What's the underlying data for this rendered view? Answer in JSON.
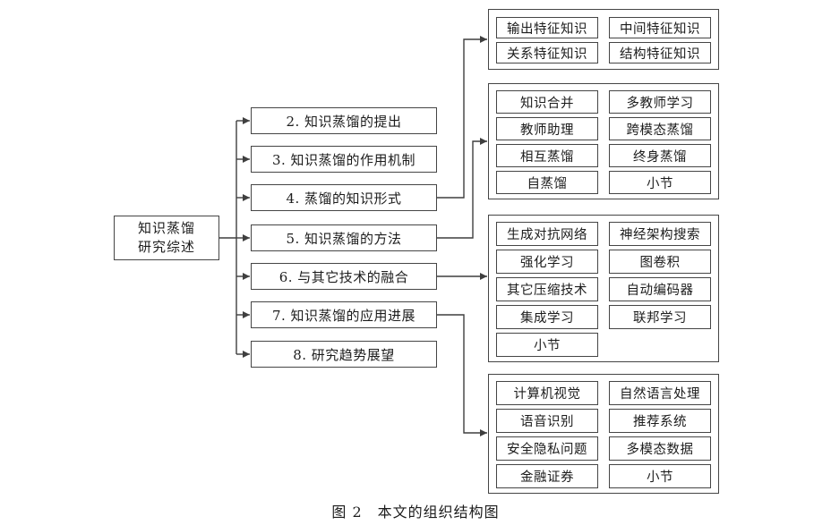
{
  "figure": {
    "root": {
      "line1": "知识蒸馏",
      "line2": "研究综述"
    },
    "chapters": [
      "2. 知识蒸馏的提出",
      "3. 知识蒸馏的作用机制",
      "4. 蒸馏的知识形式",
      "5. 知识蒸馏的方法",
      "6. 与其它技术的融合",
      "7. 知识蒸馏的应用进展",
      "8. 研究趋势展望"
    ],
    "groups": [
      {
        "col1": [
          "输出特征知识",
          "关系特征知识"
        ],
        "col2": [
          "中间特征知识",
          "结构特征知识"
        ]
      },
      {
        "col1": [
          "知识合并",
          "教师助理",
          "相互蒸馏",
          "自蒸馏"
        ],
        "col2": [
          "多教师学习",
          "跨模态蒸馏",
          "终身蒸馏",
          "小节"
        ]
      },
      {
        "col1": [
          "生成对抗网络",
          "强化学习",
          "其它压缩技术",
          "集成学习",
          "小节"
        ],
        "col2": [
          "神经架构搜索",
          "图卷积",
          "自动编码器",
          "联邦学习"
        ]
      },
      {
        "col1": [
          "计算机视觉",
          "语音识别",
          "安全隐私问题",
          "金融证券"
        ],
        "col2": [
          "自然语言处理",
          "推荐系统",
          "多模态数据",
          "小节"
        ]
      }
    ],
    "caption": "图 2　本文的组织结构图"
  },
  "colors": {
    "line": "#3f3f3f",
    "border": "#454545",
    "text": "#1c1c1c",
    "background": "#ffffff"
  }
}
